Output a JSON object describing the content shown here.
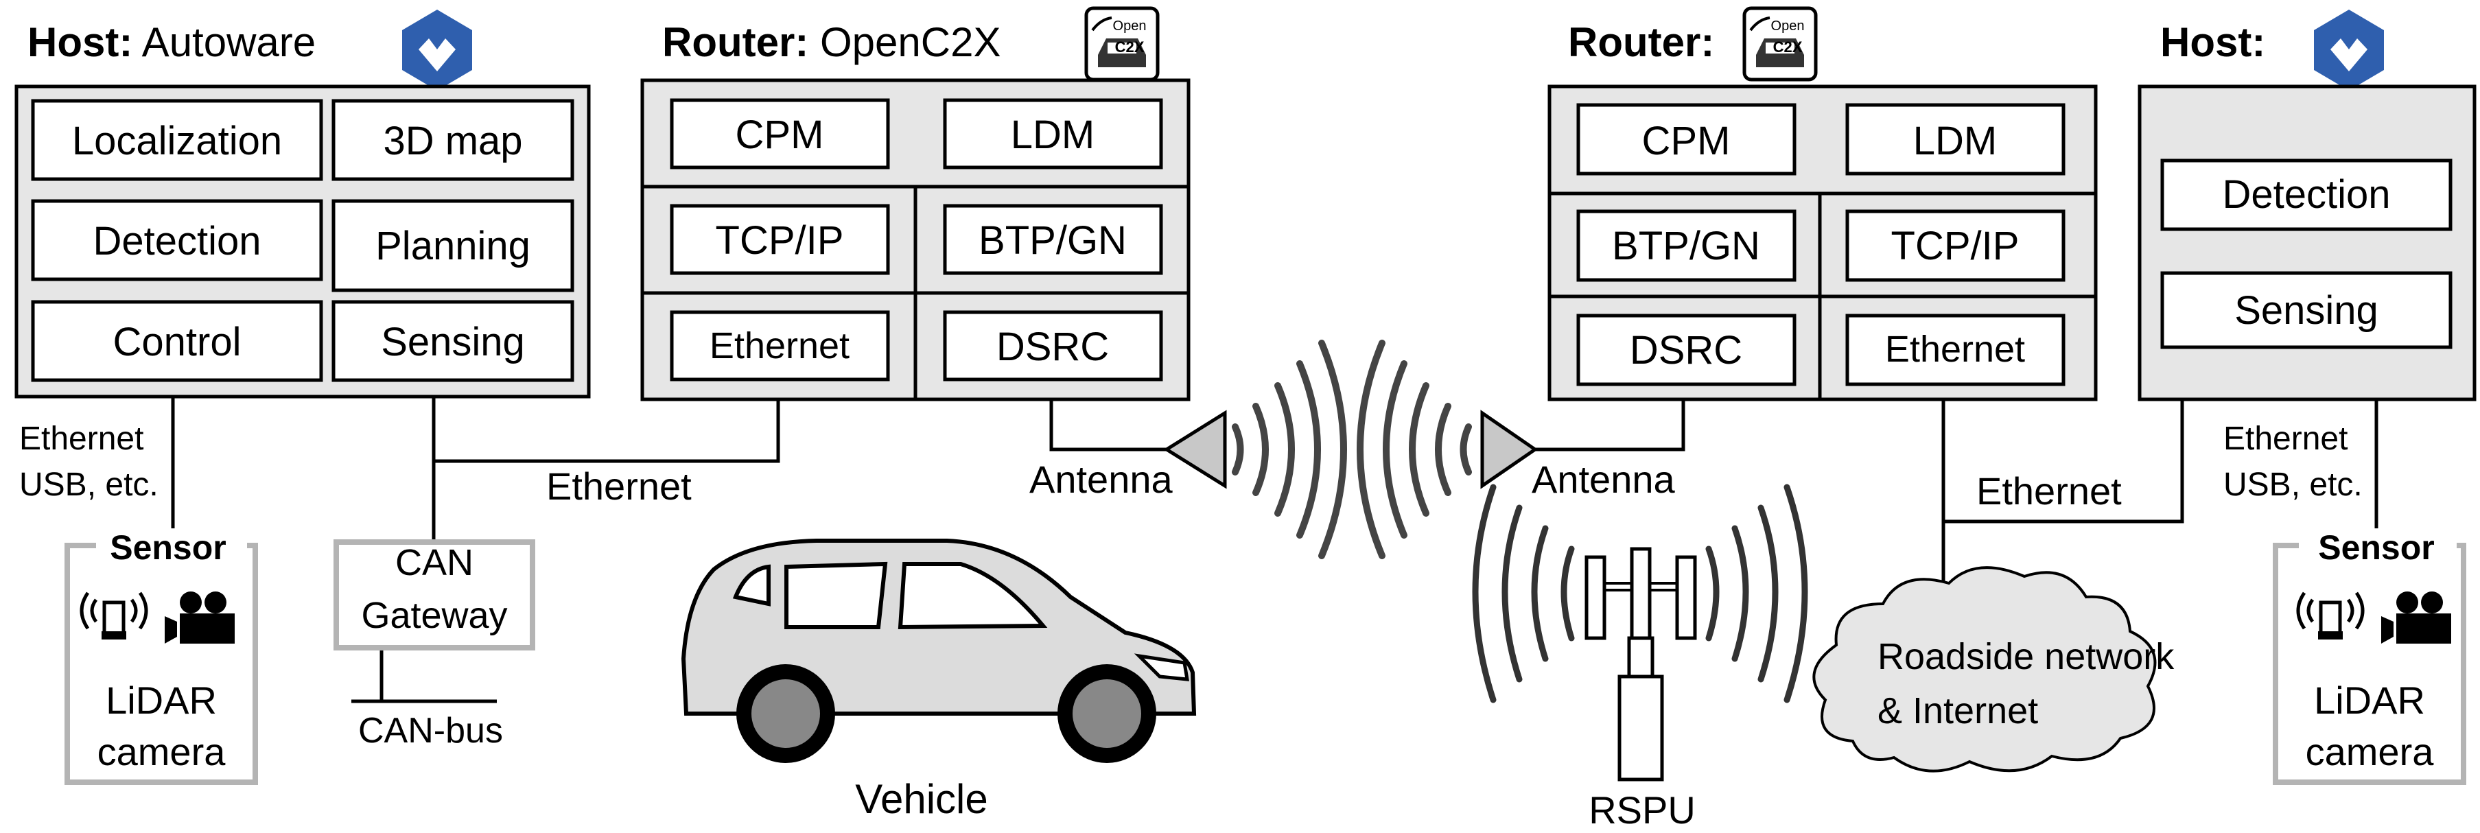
{
  "left_host": {
    "title_bold": "Host:",
    "title_rest": " Autoware",
    "modules": [
      "Localization",
      "3D map",
      "Detection",
      "Planning",
      "Control",
      "Sensing"
    ]
  },
  "left_router": {
    "title_bold": "Router:",
    "title_rest": " OpenC2X",
    "modules": [
      "CPM",
      "LDM",
      "TCP/IP",
      "BTP/GN",
      "Ethernet",
      "DSRC"
    ]
  },
  "right_router": {
    "title_bold": "Router:",
    "modules": [
      "CPM",
      "LDM",
      "BTP/GN",
      "TCP/IP",
      "DSRC",
      "Ethernet"
    ]
  },
  "right_host": {
    "title_bold": "Host:",
    "modules": [
      "Detection",
      "Sensing"
    ]
  },
  "openc2x_badge": {
    "line1": "Open",
    "line2": "C2X"
  },
  "left_sensor": {
    "title": "Sensor",
    "link_line1": "Ethernet",
    "link_line2": "USB, etc.",
    "caption_line1": "LiDAR",
    "caption_line2": "camera"
  },
  "right_sensor": {
    "title": "Sensor",
    "link_line1": "Ethernet",
    "link_line2": "USB, etc.",
    "caption_line1": "LiDAR",
    "caption_line2": "camera"
  },
  "can_gateway": {
    "line1": "CAN",
    "line2": "Gateway",
    "bus": "CAN-bus"
  },
  "left_ethernet_label": "Ethernet",
  "right_ethernet_label": "Ethernet",
  "left_antenna_label": "Antenna",
  "right_antenna_label": "Antenna",
  "vehicle_label": "Vehicle",
  "rspu_label": "RSPU",
  "cloud": {
    "line1": "Roadside network",
    "line2": "& Internet"
  },
  "colors": {
    "panel_fill": "#e6e6e6",
    "outline": "#000000",
    "sensor_frame": "#b4b4b4",
    "autoware_blue": "#2f5fae",
    "car_fill": "#dcdcdc",
    "wheel": "#888888"
  },
  "icons": [
    "autoware-logo-icon",
    "openc2x-icon",
    "lidar-icon",
    "camera-icon",
    "antenna-icon",
    "radio-wave-icon",
    "car-icon",
    "rspu-tower-icon",
    "cloud-icon"
  ]
}
